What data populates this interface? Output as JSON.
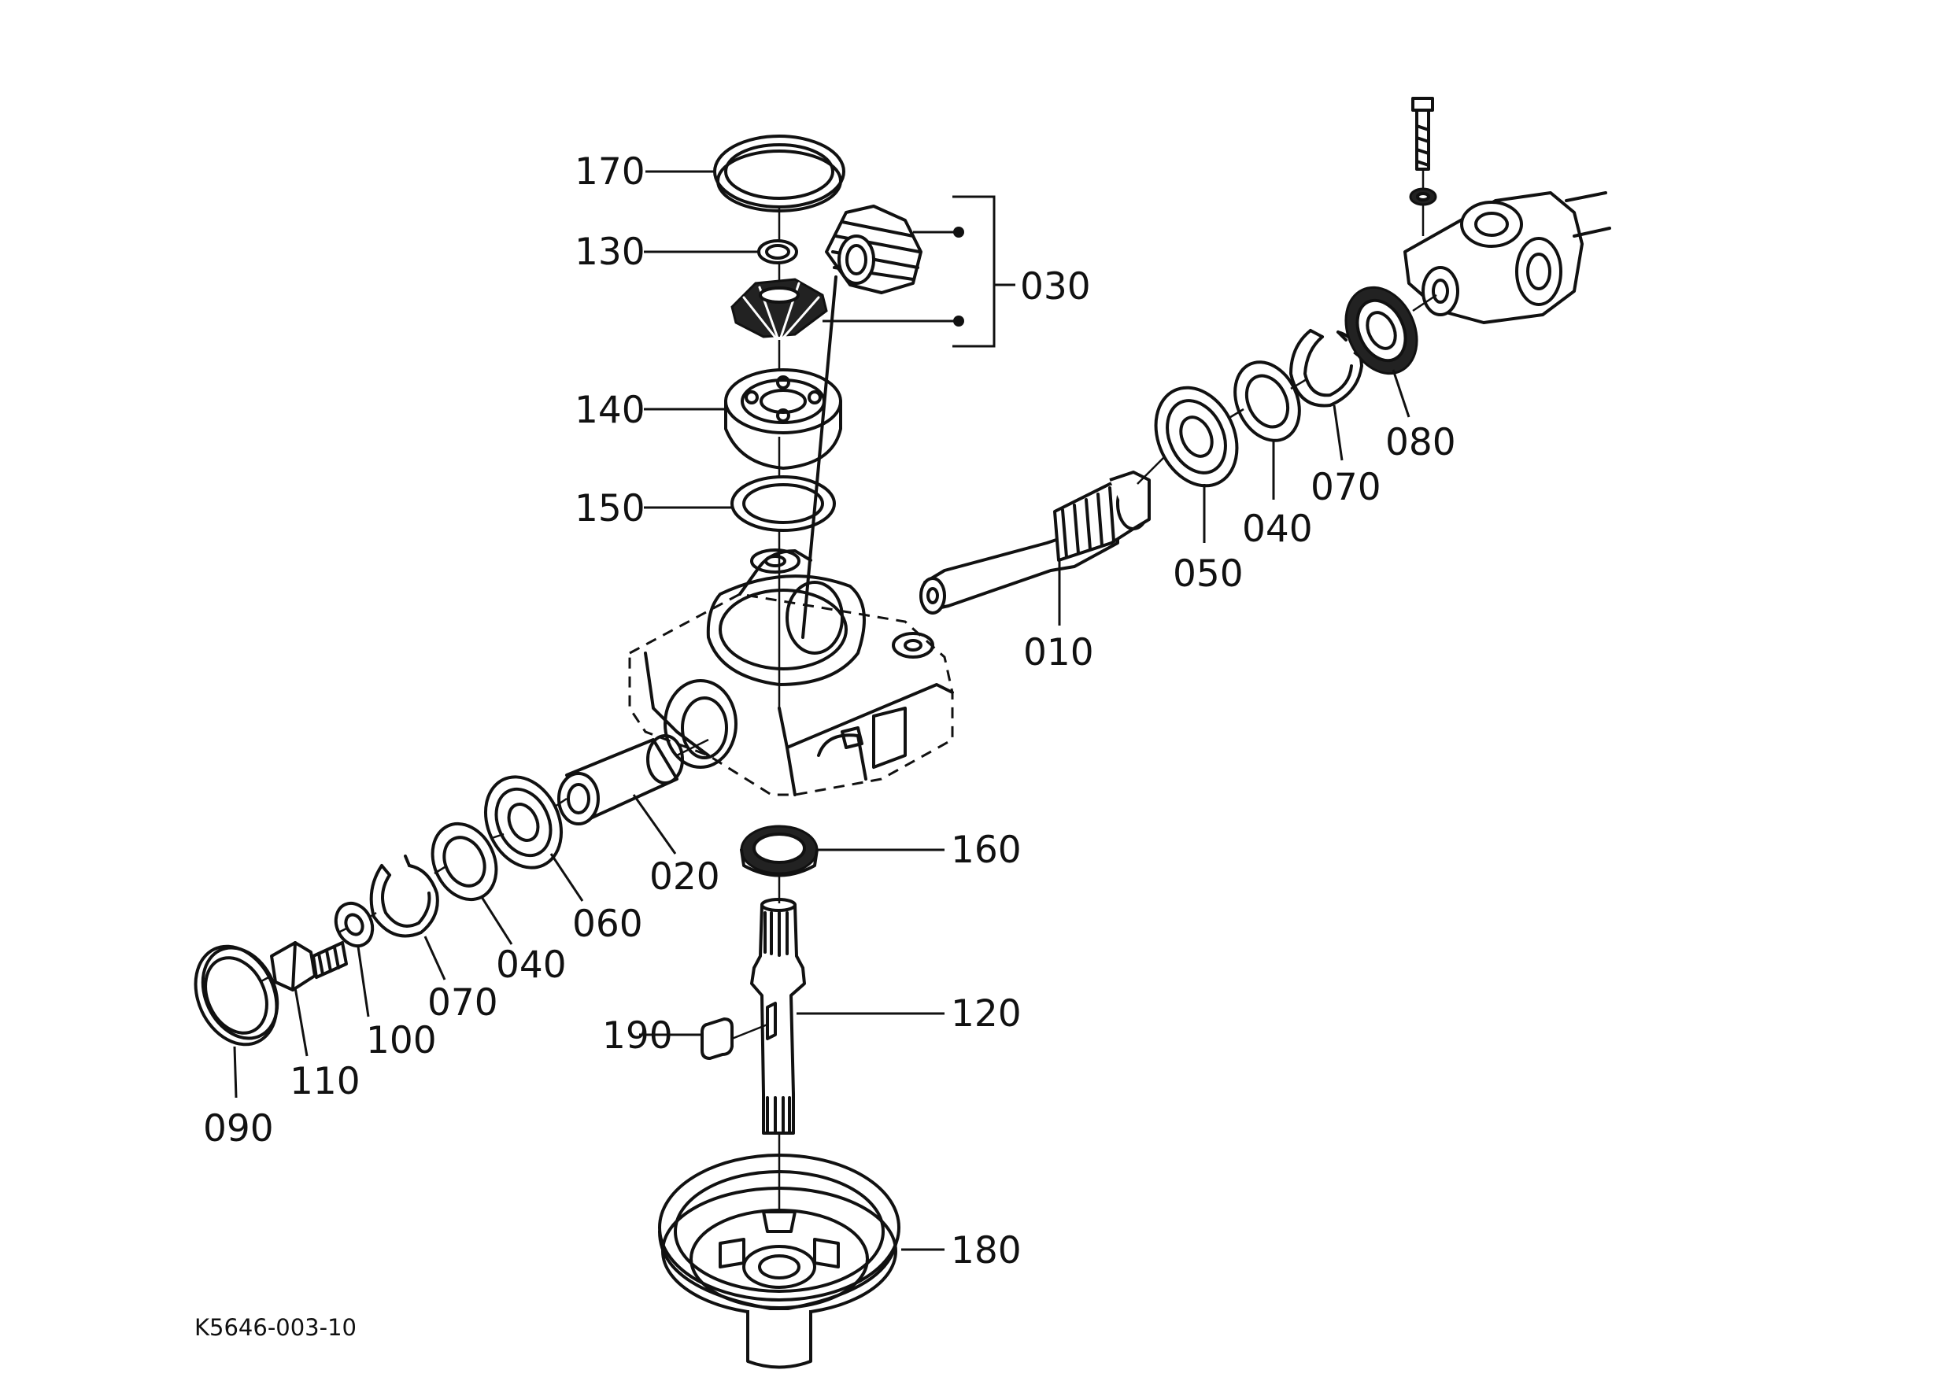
{
  "diagram": {
    "drawing_code": "K5646-003-10",
    "callouts": [
      {
        "id": "c170",
        "text": "170"
      },
      {
        "id": "c130",
        "text": "130"
      },
      {
        "id": "c030",
        "text": "030"
      },
      {
        "id": "c140",
        "text": "140"
      },
      {
        "id": "c150",
        "text": "150"
      },
      {
        "id": "c080",
        "text": "080"
      },
      {
        "id": "c070r",
        "text": "070"
      },
      {
        "id": "c040r",
        "text": "040"
      },
      {
        "id": "c050",
        "text": "050"
      },
      {
        "id": "c010",
        "text": "010"
      },
      {
        "id": "c160",
        "text": "160"
      },
      {
        "id": "c020",
        "text": "020"
      },
      {
        "id": "c060",
        "text": "060"
      },
      {
        "id": "c040l",
        "text": "040"
      },
      {
        "id": "c070l",
        "text": "070"
      },
      {
        "id": "c100",
        "text": "100"
      },
      {
        "id": "c110",
        "text": "110"
      },
      {
        "id": "c090",
        "text": "090"
      },
      {
        "id": "c120",
        "text": "120"
      },
      {
        "id": "c190",
        "text": "190"
      },
      {
        "id": "c180",
        "text": "180"
      }
    ]
  }
}
